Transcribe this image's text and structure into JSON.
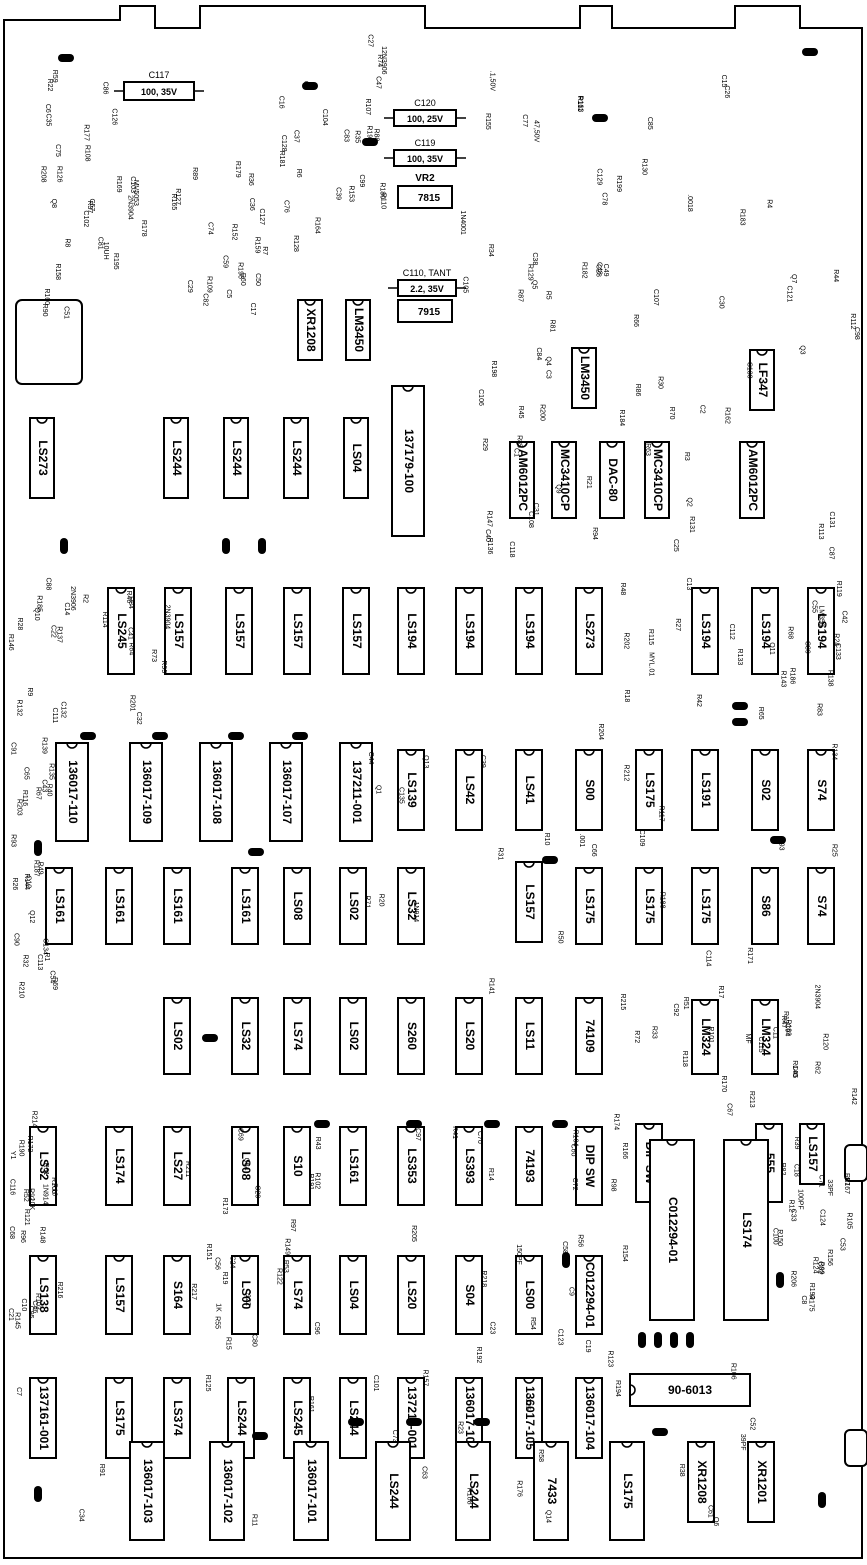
{
  "ics": [
    {
      "label": "LS273"
    },
    {
      "label": "LS244"
    },
    {
      "label": "LS244"
    },
    {
      "label": "LS244"
    },
    {
      "label": "LS04"
    },
    {
      "label": "137179-100"
    },
    {
      "label": "AM6012PC"
    },
    {
      "label": "MC3410CP"
    },
    {
      "label": "DAC-80"
    },
    {
      "label": "AM6012PC"
    },
    {
      "label": "MC3410CP"
    },
    {
      "label": "LS245"
    },
    {
      "label": "LS157"
    },
    {
      "label": "LS157"
    },
    {
      "label": "LS157"
    },
    {
      "label": "LS157"
    },
    {
      "label": "LS194"
    },
    {
      "label": "LS194"
    },
    {
      "label": "LS194"
    },
    {
      "label": "LS273"
    },
    {
      "label": "LS194"
    },
    {
      "label": "LS194"
    },
    {
      "label": "LS194"
    },
    {
      "label": "136017-110"
    },
    {
      "label": "136017-109"
    },
    {
      "label": "136017-108"
    },
    {
      "label": "136017-107"
    },
    {
      "label": "137211-001"
    },
    {
      "label": "LS139"
    },
    {
      "label": "LS42"
    },
    {
      "label": "LS41"
    },
    {
      "label": "S00"
    },
    {
      "label": "LS175"
    },
    {
      "label": "LS191"
    },
    {
      "label": "S02"
    },
    {
      "label": "S74"
    },
    {
      "label": "LS161"
    },
    {
      "label": "LS161"
    },
    {
      "label": "LS161"
    },
    {
      "label": "LS161"
    },
    {
      "label": "LS08"
    },
    {
      "label": "LS02"
    },
    {
      "label": "LS32"
    },
    {
      "label": "LS157"
    },
    {
      "label": "LS175"
    },
    {
      "label": "LS175"
    },
    {
      "label": "LS175"
    },
    {
      "label": "S86"
    },
    {
      "label": "S74"
    },
    {
      "label": "LS02"
    },
    {
      "label": "LS32"
    },
    {
      "label": "LS74"
    },
    {
      "label": "LS02"
    },
    {
      "label": "S260"
    },
    {
      "label": "LS20"
    },
    {
      "label": "LS11"
    },
    {
      "label": "74109"
    },
    {
      "label": "LM324"
    },
    {
      "label": "LM324"
    },
    {
      "label": "LS32"
    },
    {
      "label": "LS174"
    },
    {
      "label": "LS27"
    },
    {
      "label": "LS08"
    },
    {
      "label": "S10"
    },
    {
      "label": "LS161"
    },
    {
      "label": "LS353"
    },
    {
      "label": "LS393"
    },
    {
      "label": "74193"
    },
    {
      "label": "DIP SW"
    },
    {
      "label": "DIP SW"
    },
    {
      "label": "555"
    },
    {
      "label": "LS157"
    },
    {
      "label": "LS138"
    },
    {
      "label": "LS157"
    },
    {
      "label": "S164"
    },
    {
      "label": "LS00"
    },
    {
      "label": "LS74"
    },
    {
      "label": "LS04"
    },
    {
      "label": "LS20"
    },
    {
      "label": "S04"
    },
    {
      "label": "LS00"
    },
    {
      "label": "C012294-01"
    },
    {
      "label": "C012294-01"
    },
    {
      "label": "LS174"
    },
    {
      "label": "137161-001"
    },
    {
      "label": "LS175"
    },
    {
      "label": "LS374"
    },
    {
      "label": "LS244"
    },
    {
      "label": "LS245"
    },
    {
      "label": "LS244"
    },
    {
      "label": "137211-001"
    },
    {
      "label": "136017-106"
    },
    {
      "label": "136017-105"
    },
    {
      "label": "136017-104"
    },
    {
      "label": "136017-103"
    },
    {
      "label": "136017-102"
    },
    {
      "label": "136017-101"
    },
    {
      "label": "LS244"
    },
    {
      "label": "LS244"
    },
    {
      "label": "7433"
    },
    {
      "label": "LS175"
    },
    {
      "label": "XR1208"
    },
    {
      "label": "XR1201"
    },
    {
      "label": "XR1208"
    },
    {
      "label": "LM3450"
    },
    {
      "label": "LM3450"
    },
    {
      "label": "LF347"
    }
  ],
  "regulators": [
    {
      "ref": "VR2",
      "value": "7815"
    },
    {
      "ref": "VR1",
      "value": "7915"
    }
  ],
  "horizontal_parts": [
    {
      "ref": "C117",
      "value": "100, 35V"
    },
    {
      "ref": "C120",
      "value": "100, 25V"
    },
    {
      "ref": "C119",
      "value": "100, 35V"
    },
    {
      "ref": "C110, TANT",
      "value": "2.2, 35V"
    },
    {
      "ref": "",
      "value": "90-6013"
    }
  ],
  "labels": [
    "C86",
    "MV5053",
    "R107",
    "Q4",
    "Q3",
    "Q2",
    "2N3904",
    "R119",
    "R135",
    "R134",
    "R140",
    "R148",
    "R151",
    "R154",
    "R150",
    "Q6",
    "Q8",
    "2N3904",
    "12N3906",
    "R155",
    "C121",
    "C118",
    "2N3906",
    "LM350",
    "R210",
    "R212",
    "R213",
    "R214",
    "R211",
    "R205",
    "R206",
    "Q14",
    "R208",
    "R165",
    "C99",
    "C105",
    "C98",
    "R136",
    "R137",
    "R138",
    "C90",
    "C109",
    "C92",
    "R103",
    "C64",
    "C72",
    "C71",
    "C73",
    "C75",
    "C74",
    "C76",
    "C77",
    "C78",
    "R94",
    "R95",
    "MYL.01",
    "R93",
    ".001",
    "R101",
    "R100",
    "C80",
    "C60",
    "R82",
    "C61",
    "C57",
    "C59",
    "R74",
    "R81",
    "R66",
    "R70",
    "R73",
    "R68",
    "R69",
    "R71",
    "R72",
    "1N914",
    "C56",
    "C58",
    "C53",
    "C52",
    "C51",
    "C50",
    "C47",
    "C48",
    "C49",
    "C40",
    "C41",
    "C42",
    "C43",
    "C44",
    "C45",
    "C46",
    "R55",
    "R56",
    "R57",
    "R58",
    "R59",
    "R60",
    "C39",
    ".1,50V",
    "R44",
    "R45",
    "R46",
    "R48",
    "R49",
    "R50",
    "R51",
    "R52",
    "R53",
    "R54",
    "C33",
    "C34",
    "C35",
    "C36",
    "C37",
    "C38",
    "C26",
    "C25",
    "C22",
    "R42",
    "R40",
    "Q1",
    "2N3904",
    "Y1",
    "C24",
    "C23",
    "100PF",
    "39PF",
    "10UH",
    "C29",
    "C27",
    "C28",
    "C30",
    "C31",
    "C32",
    "R24",
    "R32",
    "R31",
    "R33",
    "C21",
    "C20",
    "C19",
    "C18",
    "R23",
    "R22",
    "C17",
    "C16",
    "47,50V",
    "C15",
    "R21",
    "C14",
    "C13",
    "C12",
    "R20",
    "C11",
    "C10",
    "R19",
    "C9",
    "C8",
    "C7",
    "C6",
    "C5",
    "C4",
    "C3",
    "C2",
    "C1",
    "R9",
    "R18",
    "R1",
    "R10",
    "R13",
    "10K",
    "1K",
    "150PF",
    "33PF",
    "R161",
    "R160",
    "R159",
    "R164",
    "R163",
    "R162",
    "R147",
    "R146",
    "R143",
    "R144",
    "R171",
    "R170",
    "R172",
    "R173",
    "R174",
    "R175",
    "R176",
    "R177",
    "R179",
    "R180",
    "R182",
    "R183",
    "R184",
    "R185",
    "R186",
    "R187",
    "R188",
    "R189",
    "R190",
    "R191",
    "R192",
    "R193",
    "R194",
    "R195",
    "R196",
    "R197",
    "R198",
    "R199",
    "R200",
    "R201",
    "R202",
    "R203",
    "R204",
    "MF",
    "R96",
    "R97",
    "R98",
    "R99",
    "R91",
    "R90",
    "R89",
    "R88",
    "R87",
    "R86",
    "R85",
    "R84",
    "R83",
    "C65",
    "C66",
    "C67",
    "C68",
    "C69",
    "C70",
    "C62",
    "C63",
    "C81",
    "C82",
    "C83",
    "C84",
    "C85",
    "C87",
    "C88",
    "C89",
    "C91",
    "C93",
    "C94",
    "C95",
    "C96",
    "C97",
    "C100",
    "C101",
    "C102",
    "C103",
    "C104",
    "C106",
    "C107",
    "C108",
    "C111",
    "C112",
    "C113",
    "C114",
    "C115",
    "C116",
    "C122",
    "C123",
    "C124",
    "C125",
    "C126",
    "C127",
    "C128",
    "C129",
    "C130",
    "C131",
    "C132",
    "C133",
    "C134",
    "C135",
    "R215",
    "R216",
    "R217",
    "R218",
    "R156",
    "R157",
    "R158",
    "R152",
    "R153",
    "Q5",
    "Q7",
    "Q9",
    "Q10",
    "Q11",
    "Q12",
    "Q13",
    "R120",
    "R121",
    "R122",
    "R123",
    "R124",
    "R125",
    "R126",
    "R127",
    "R128",
    "R129",
    "R130",
    "R131",
    "R132",
    "R133",
    "R139",
    "R141",
    "R142",
    "R145",
    "R149",
    "R166",
    "R167",
    "R168",
    "R169",
    "R178",
    "R181",
    "1N4001",
    ".0018",
    "R63",
    "R64",
    "R65",
    "R67",
    "1N914",
    "R62",
    "R61",
    "R43",
    "R41",
    "R39",
    "R38",
    "R37",
    "R36",
    "R35",
    "R34",
    "R30",
    "R29",
    "R28",
    "R27",
    "R26",
    "R25",
    "R17",
    "R16",
    "R15",
    "R14",
    "R12",
    "R11",
    "R8",
    "R7",
    "R6",
    "R5",
    "R4",
    "R3",
    "R2",
    "C55",
    "C54",
    "C39",
    "R47",
    "R92",
    "R102",
    "R104",
    "R105",
    "R106",
    "R108",
    "R109",
    "R110",
    "R111",
    "R112",
    "R113",
    "R114",
    "R115",
    "R116",
    "R117",
    "R118"
  ]
}
